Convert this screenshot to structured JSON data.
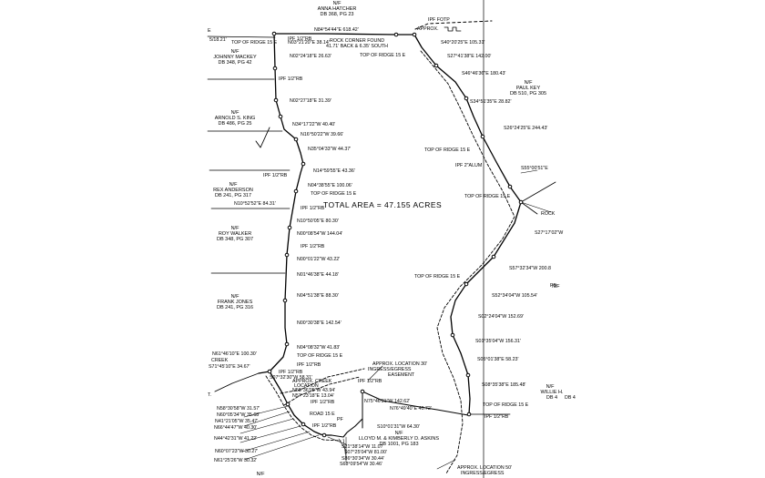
{
  "plat": {
    "total_area": "TOTAL AREA = 47.155 ACRES",
    "boundary_calls": [
      "N84°54'44\"E 618.42'",
      "N03°21'20\"E 38.14'",
      "N02°24'18\"E 26.63'",
      "N02°27'18\"E 31.39'",
      "N34°17'22\"W 40.40'",
      "N16°50'22\"W 39.66'",
      "N35°04'33\"W 44.37'",
      "N14°59'55\"E 43.36'",
      "N04°38'55\"E 100.06'",
      "N10°52'52\"E 84.31'",
      "N10°50'05\"E 80.30'",
      "N00°08'54\"W 144.04'",
      "N00°01'22\"W 43.22'",
      "N01°46'38\"E 44.18'",
      "N04°51'38\"E 88.30'",
      "N00°30'38\"E 142.54'",
      "N04°08'32\"W 41.83'",
      "S40°20'25\"E 105.31'",
      "S27°41'38\"E 142.00'",
      "S46°46'36\"E 180.43'",
      "S34°51'35\"E 28.82'",
      "S26°24'25\"E 244.43'",
      "S55°00'51\"E",
      "S27°17'02\"W",
      "S57°32'34\"W 200.8",
      "S52°34'04\"W 105.54'",
      "S02°24'04\"W 152.69'",
      "S01°35'04\"W 156.31'",
      "S05°01'38\"E 58.23'",
      "S08°35'38\"E 185.48'",
      "N61°46'10\"E 100.30'",
      "S71°45'10\"E 34.67'",
      "S07°32'30\"W 58.31'",
      "N58°36'05\"W 43.94'",
      "N57°23'18\"E 13.04'",
      "N58°30'58\"W 31.57'",
      "N60°05'34\"W 35.68'",
      "N41°21'05\"W 35.47'",
      "N66°44'47\"W 40.30'",
      "N44°42'31\"W 41.22'",
      "N60°07'23\"W 30.27'",
      "N61°25'26\"W 30.32'",
      "S21°38'14\"W 11.07",
      "S07°25'04\"W 81.00'",
      "S86°30'34\"W 30.44'",
      "S68°09'54\"W 30.46'",
      "N75°46'31\"W 142.62'",
      "S10°01'31\"W 64.30'",
      "N76°49'40\"E 40.72'"
    ],
    "notes": [
      "TOP OF RIDGE 15 E",
      "TOP OF RIDGE 15 E",
      "TOP OF RIDGE 15 E",
      "TOP OF RIDGE 15 E",
      "TOP OF RIDGE 15 E",
      "TOP OF RIDGE 15 E",
      "TOP OF RIDGE 15 E",
      "TOP OF RIDGE 15 E",
      "ROCK CORNER FOUND",
      "41.71' BACK & 6.35' SOUTH",
      "IPF 1/2\"RB",
      "IPF 1/2\"RB",
      "IPF 1/2\"RB",
      "IPF 1/2\"RB",
      "IPF 1/2\"RB",
      "IPF 1/2\"RB",
      "IPF 1/2\"RB",
      "IPF 1/2\"RB",
      "IPF 1/2\"RB",
      "IPF 1/2\"RB",
      "IPF 2\"ALUM",
      "IPF 1/2\"RB",
      "IPF FOTP",
      "APPROX.",
      "ROCK",
      "CREEK",
      "APPROX. CREEK",
      "LOCATION",
      "APPROX. LOCATION 30'",
      "INGRESS/EGRESS",
      "EASEMENT",
      "ROAD 15 E",
      "APPROX. LOCATION 50'",
      "INGRESS/EGRESS",
      "PF",
      "N/F",
      "DB 4",
      "T.",
      "E"
    ],
    "owners": [
      {
        "nf": "N/F",
        "name": "ANNA HATCHER",
        "deed": "DB 368, PG 23"
      },
      {
        "nf": "N/F",
        "name": "JOHNNY MACKEY",
        "deed": "DB 348, PG 42"
      },
      {
        "nf": "N/F",
        "name": "ARNOLD S. KING",
        "deed": "DB 486, PG 25"
      },
      {
        "nf": "N/F",
        "name": "REX ANDERSON",
        "deed": "DB 241, PG 317"
      },
      {
        "nf": "N/F",
        "name": "ROY WALKER",
        "deed": "DB 348, PG 307"
      },
      {
        "nf": "N/F",
        "name": "FRANK JONES",
        "deed": "DB 241, PG 316"
      },
      {
        "nf": "N/F",
        "name": "PAUL KEY",
        "deed": "DB 510, PG 305"
      },
      {
        "nf": "N/F",
        "name": "LLOYD M. & KIMBERLY D. ASKINS",
        "deed": "DB 1001, PG 183"
      },
      {
        "nf": "N/F",
        "name": "WILLIE H.",
        "deed": "DB 4"
      },
      {
        "nf": "N/F",
        "name": "",
        "deed": ""
      }
    ],
    "edge_labels": [
      "5/18.21'",
      "PB"
    ]
  }
}
